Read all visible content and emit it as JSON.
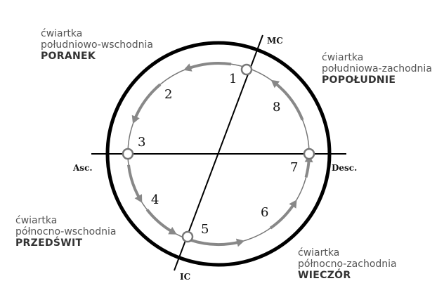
{
  "axes": {
    "mc": "MC",
    "ic": "IC",
    "asc": "Asc.",
    "desc": "Desc."
  },
  "house_numbers": [
    "1",
    "2",
    "3",
    "4",
    "5",
    "6",
    "7",
    "8"
  ],
  "quarters": {
    "se": {
      "line1": "ćwiartka",
      "line2": "południowo-wschodnia",
      "name": "PORANEK"
    },
    "sw": {
      "line1": "ćwiartka",
      "line2": "południowa-zachodnia",
      "name": "POPOŁUDNIE"
    },
    "ne": {
      "line1": "ćwiartka",
      "line2": "północno-wschodnia",
      "name": "PRZEDŚWIT"
    },
    "nw": {
      "line1": "ćwiartka",
      "line2": "północno-zachodnia",
      "name": "WIECZÓR"
    }
  }
}
